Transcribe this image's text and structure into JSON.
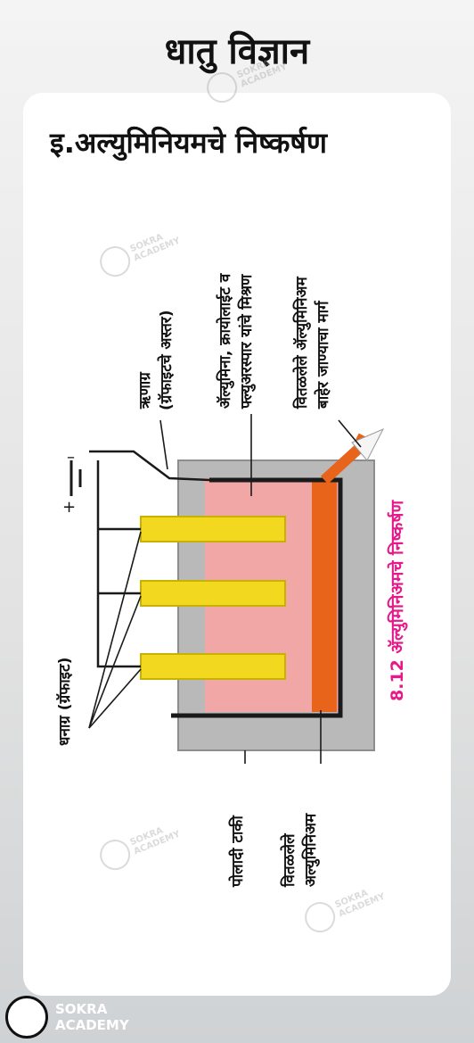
{
  "header": {
    "title": "धातु विज्ञान"
  },
  "section": {
    "title": "इ.अल्युमिनियमचे निष्कर्षण"
  },
  "diagram": {
    "figure_caption": "8.12 ॲल्युमिनिअमचे निष्कर्षण",
    "labels": {
      "anode": "धनाग्र (ग्रॅफाइट)",
      "cathode_line1": "ऋणाग्र",
      "cathode_line2": "(ग्रॅफाइटचे अस्तर)",
      "mixture_line1": "ॲल्युमिना, क्रायोलाईट व",
      "mixture_line2": "फ्ल्युअरस्पार यांचे मिश्रण",
      "molten_out_line1": "वितळलेले ॲल्युमिनिअम",
      "molten_out_line2": "बाहेर जाण्याचा मार्ग",
      "steel_tank": "पोलादी टाकी",
      "molten_line1": "वितळलेले",
      "molten_line2": "अल्युमिनिअम",
      "minus": "–",
      "plus": "+"
    },
    "colors": {
      "electrode": "#f2d91f",
      "electrolyte": "#f2a7a7",
      "aluminium": "#e8641a",
      "tank": "#b9b9b9",
      "caption": "#e6198b"
    }
  },
  "watermark": {
    "line1": "SOKRA",
    "line2": "ACADEMY"
  },
  "footer": {
    "brand_line1": "SOKRA",
    "brand_line2": "ACADEMY"
  }
}
